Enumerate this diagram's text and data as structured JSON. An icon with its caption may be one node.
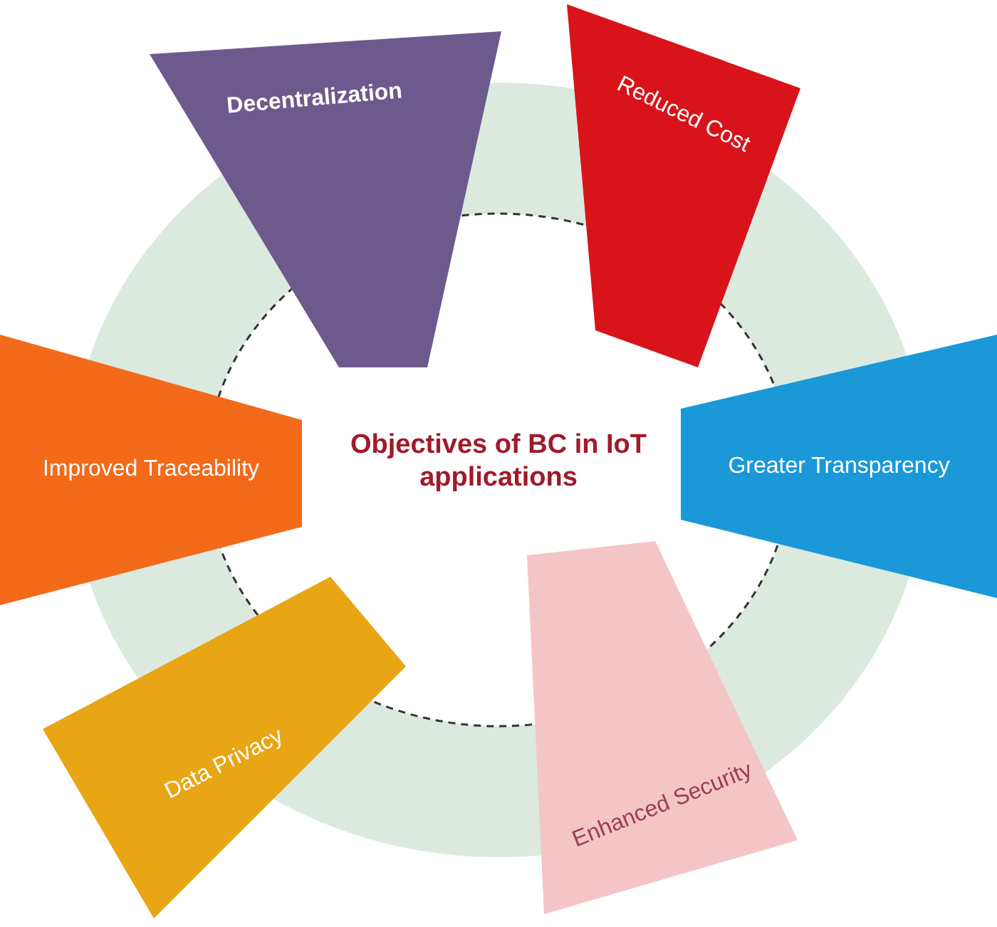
{
  "diagram": {
    "nodes": [
      {
        "text": [
          "Decentralization"
        ]
      },
      {
        "text": [
          "Reduced Cost"
        ]
      },
      {
        "text": [
          "Improved Traceability"
        ]
      },
      {
        "text": [
          "Objectives of BC in IoT applications"
        ]
      },
      {
        "text": [
          "Greater Transparency"
        ]
      },
      {
        "text": [
          "Data Privacy"
        ]
      },
      {
        "text": [
          "Enhanced Security"
        ]
      }
    ]
  }
}
